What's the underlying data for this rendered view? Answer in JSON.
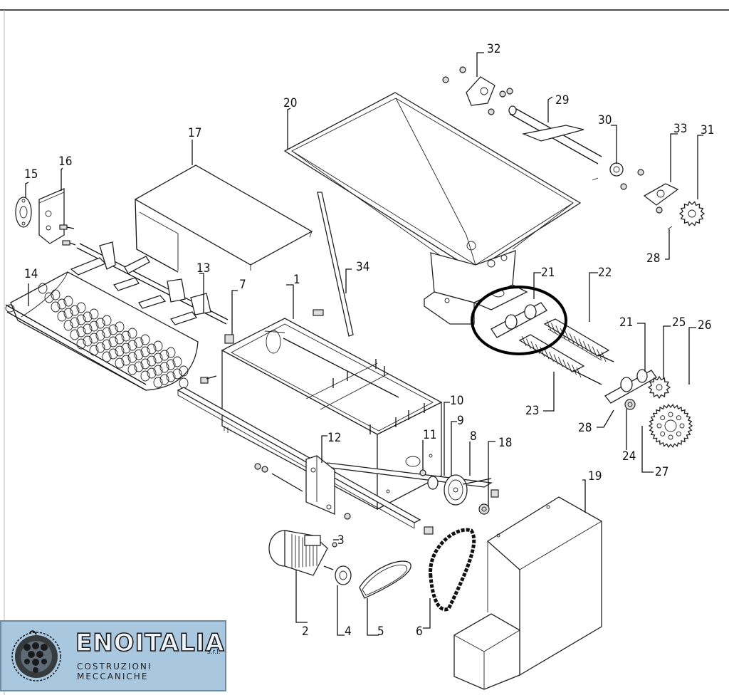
{
  "diagram": {
    "part_numbers": [
      "1",
      "2",
      "3",
      "4",
      "5",
      "6",
      "7",
      "8",
      "9",
      "10",
      "11",
      "12",
      "13",
      "14",
      "15",
      "16",
      "17",
      "18",
      "19",
      "20",
      "21",
      "21",
      "22",
      "23",
      "24",
      "25",
      "26",
      "27",
      "28",
      "28",
      "29",
      "30",
      "31",
      "32",
      "33",
      "34"
    ]
  },
  "logo": {
    "name": "ENOITALIA",
    "suffix": "s.r.l.",
    "subtitle": "COSTRUZIONI MECCANICHE"
  }
}
